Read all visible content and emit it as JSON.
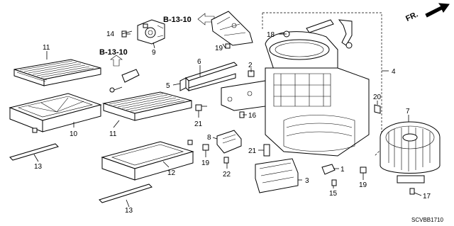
{
  "callouts": [
    {
      "id": "c11a",
      "text": "11"
    },
    {
      "id": "c14",
      "text": "14"
    },
    {
      "id": "c9",
      "text": "9"
    },
    {
      "id": "c19a",
      "text": "19"
    },
    {
      "id": "c18",
      "text": "18"
    },
    {
      "id": "c4",
      "text": "4"
    },
    {
      "id": "c6",
      "text": "6"
    },
    {
      "id": "c2",
      "text": "2"
    },
    {
      "id": "c5",
      "text": "5"
    },
    {
      "id": "c10",
      "text": "10"
    },
    {
      "id": "c11b",
      "text": "11"
    },
    {
      "id": "c21a",
      "text": "21"
    },
    {
      "id": "c16",
      "text": "16"
    },
    {
      "id": "c20",
      "text": "20"
    },
    {
      "id": "c7",
      "text": "7"
    },
    {
      "id": "c8",
      "text": "8"
    },
    {
      "id": "c13a",
      "text": "13"
    },
    {
      "id": "c19b",
      "text": "19"
    },
    {
      "id": "c22",
      "text": "22"
    },
    {
      "id": "c12",
      "text": "12"
    },
    {
      "id": "c21b",
      "text": "21"
    },
    {
      "id": "c1",
      "text": "1"
    },
    {
      "id": "c3",
      "text": "3"
    },
    {
      "id": "c15",
      "text": "15"
    },
    {
      "id": "c19c",
      "text": "19"
    },
    {
      "id": "c17",
      "text": "17"
    },
    {
      "id": "c13b",
      "text": "13"
    }
  ],
  "references": {
    "top": "B-13-10",
    "left": "B-13-10"
  },
  "direction_label": "FR.",
  "diagram_code": "SCVBB1710"
}
